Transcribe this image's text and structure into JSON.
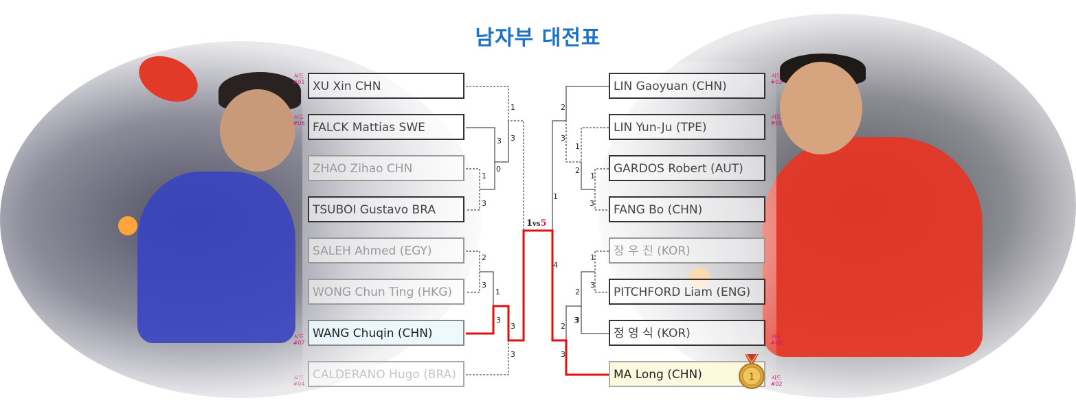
{
  "title": "남자부 대전표",
  "seed_label": "시드",
  "left": [
    {
      "name": "XU Xin CHN",
      "seed": "#01"
    },
    {
      "name": "FALCK Mattias SWE",
      "seed": "#06"
    },
    {
      "name": "ZHAO Zihao CHN",
      "seed": ""
    },
    {
      "name": "TSUBOI Gustavo BRA",
      "seed": ""
    },
    {
      "name": "SALEH Ahmed (EGY)",
      "seed": ""
    },
    {
      "name": "WONG Chun Ting (HKG)",
      "seed": ""
    },
    {
      "name": "WANG Chuqin (CHN)",
      "seed": "#07"
    },
    {
      "name": "CALDERANO Hugo (BRA)",
      "seed": "#04"
    }
  ],
  "right": [
    {
      "name": "LIN Gaoyuan (CHN)",
      "seed": "#03"
    },
    {
      "name": "LIN Yun-Ju (TPE)",
      "seed": "#05"
    },
    {
      "name": "GARDOS Robert (AUT)",
      "seed": ""
    },
    {
      "name": "FANG Bo (CHN)",
      "seed": ""
    },
    {
      "name": "장   우   진 (KOR)",
      "seed": ""
    },
    {
      "name": "PITCHFORD Liam (ENG)",
      "seed": ""
    },
    {
      "name": "정   영   식 (KOR)",
      "seed": "#08"
    },
    {
      "name": "MA Long (CHN)",
      "seed": "#02"
    }
  ],
  "scores": [
    "1",
    "3",
    "3",
    "3",
    "0",
    "1",
    "3",
    "2",
    "3",
    "1",
    "3",
    "3",
    "2",
    "3",
    "1",
    "2",
    "1",
    "3",
    "1",
    "3",
    "1",
    "2",
    "3",
    "4",
    "3",
    "2",
    "3"
  ],
  "final": {
    "left": "1",
    "vs": "vs",
    "right": "5"
  },
  "medal_label": "1",
  "colors": {
    "title": "#1a73c9",
    "winner_line": "#e01010",
    "seed": "#d6186f"
  }
}
